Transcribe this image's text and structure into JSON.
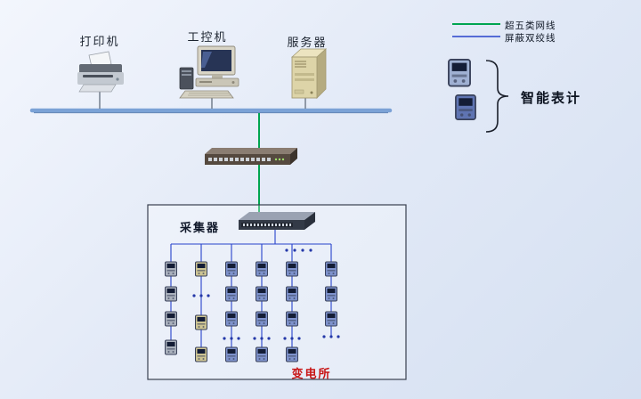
{
  "nodes": {
    "printer_label": "打印机",
    "ipc_label": "工控机",
    "server_label": "服务器",
    "smart_meters_label": "智能表计",
    "collector_label": "采集器",
    "substation_label": "变电所"
  },
  "legend": {
    "items": [
      {
        "label": "超五类网线",
        "color": "#00a550"
      },
      {
        "label": "屏蔽双绞线",
        "color": "#2743cc"
      }
    ]
  },
  "colors": {
    "cat5_green": "#00a550",
    "stp_blue": "#2743cc",
    "bus_blue": "#7ba2d6",
    "bus_shadow": "#5d82b4",
    "box_border": "#39404f",
    "substation_red": "#c81414"
  }
}
